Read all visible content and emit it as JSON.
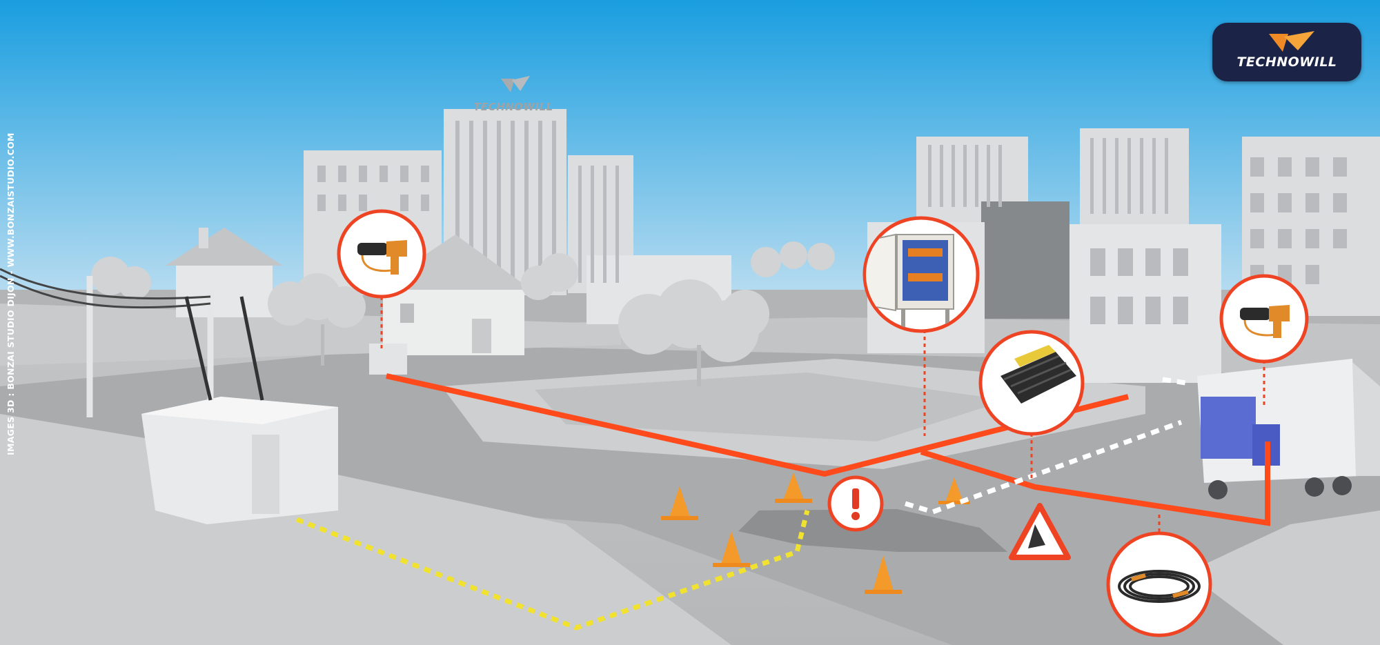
{
  "brand": {
    "logo_text": "TECHNOWILL",
    "building_sign_text": "TECHNOWILL",
    "badge_color": "#1b2446",
    "accent_color": "#f08a24"
  },
  "credit": {
    "text": "IMAGES 3D : BONZAI STUDIO DIJON - WWW.BONZAISTUDIO.COM"
  },
  "callouts": [
    {
      "name": "connector-plug-callout",
      "icon": "connector-plug-icon"
    },
    {
      "name": "distribution-cabinet-callout",
      "icon": "electrical-cabinet-icon"
    },
    {
      "name": "cable-protector-callout",
      "icon": "cable-ramp-icon"
    },
    {
      "name": "truck-connector-callout",
      "icon": "connector-plug-icon"
    },
    {
      "name": "cable-coil-callout",
      "icon": "cable-coil-icon"
    },
    {
      "name": "warning-callout",
      "icon": "exclamation-icon"
    }
  ],
  "colors": {
    "sky_top": "#1a9ee0",
    "sky_bottom": "#b8dcf0",
    "cable_route": "#ff4a1c",
    "buried_route": "#f2e230",
    "temporary_route": "#ffffff",
    "callout_ring": "#ef4423"
  }
}
